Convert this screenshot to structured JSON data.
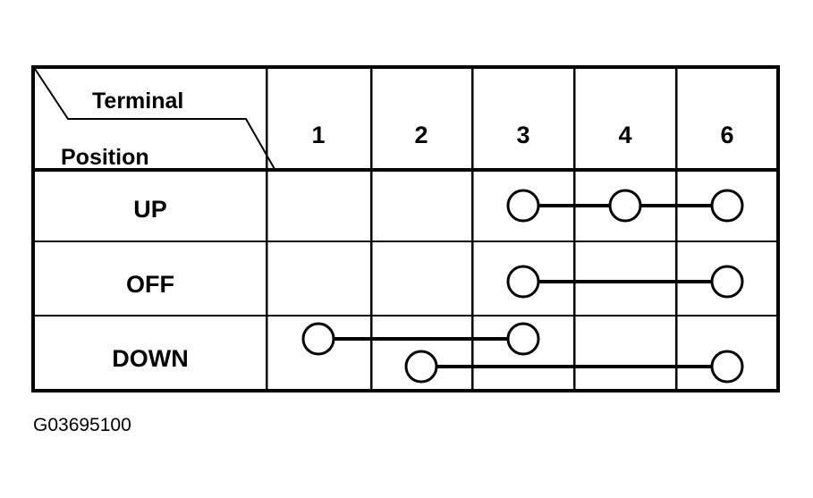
{
  "figure": {
    "caption": "G03695100",
    "header": {
      "terminal_label": "Terminal",
      "position_label": "Position"
    },
    "columns": [
      {
        "label": "1"
      },
      {
        "label": "2"
      },
      {
        "label": "3"
      },
      {
        "label": "4"
      },
      {
        "label": "6"
      }
    ],
    "rows": [
      {
        "label": "UP"
      },
      {
        "label": "OFF"
      },
      {
        "label": "DOWN"
      }
    ],
    "continuity": [
      {
        "position": "UP",
        "circuits": [
          {
            "terminals": [
              "3",
              "4",
              "6"
            ]
          }
        ]
      },
      {
        "position": "OFF",
        "circuits": [
          {
            "terminals": [
              "3",
              "6"
            ]
          }
        ]
      },
      {
        "position": "DOWN",
        "circuits": [
          {
            "terminals": [
              "1",
              "3"
            ]
          },
          {
            "terminals": [
              "2",
              "6"
            ]
          }
        ]
      }
    ],
    "colors": {
      "ink": "#000000",
      "paper": "#ffffff"
    }
  }
}
